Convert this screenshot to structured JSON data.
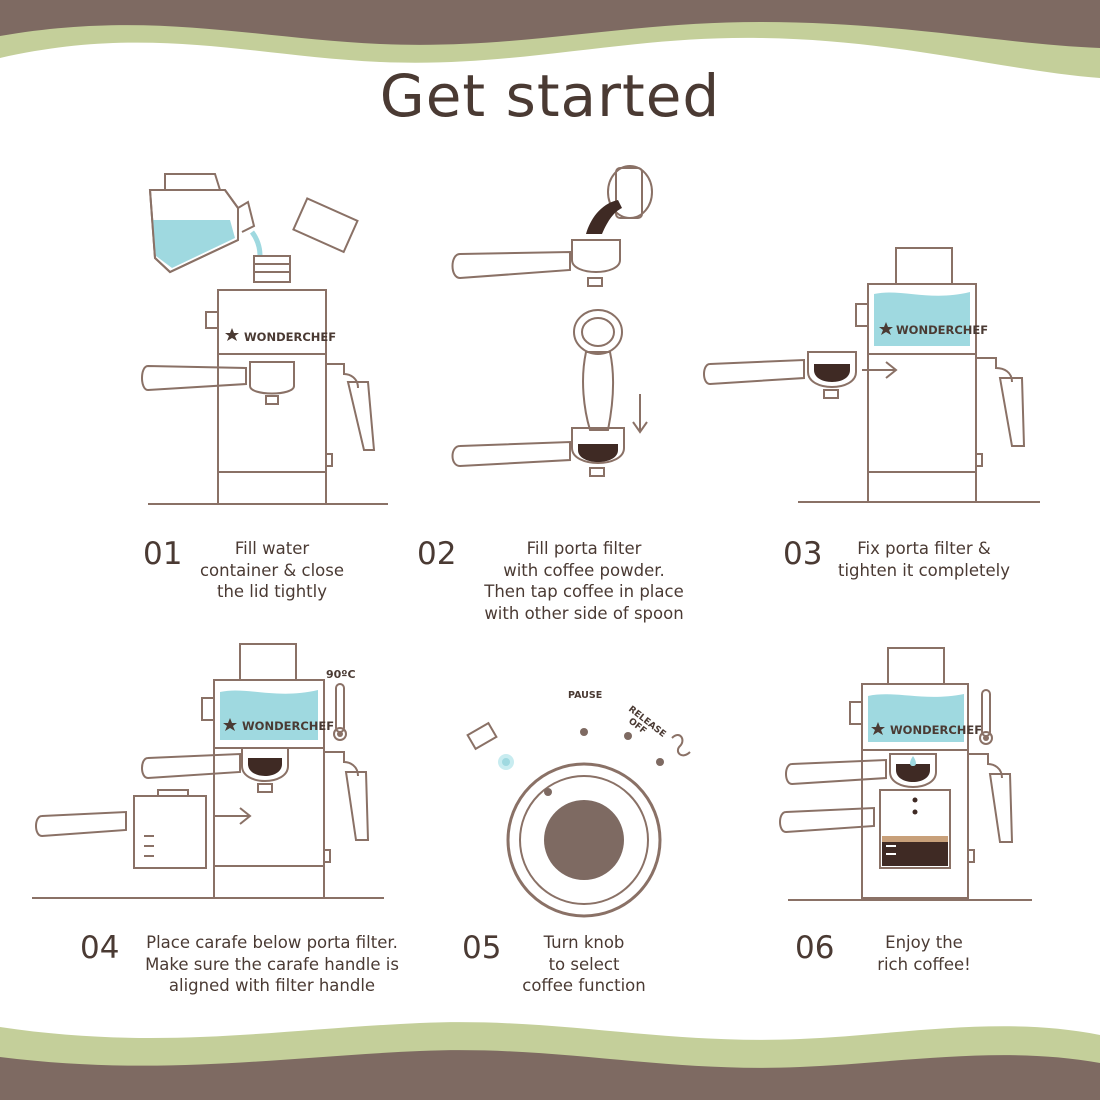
{
  "title": "Get started",
  "brand": "WONDERCHEF",
  "colors": {
    "brown": "#7e6a62",
    "green": "#c4cf9a",
    "line": "#8a7166",
    "water": "#9fd9e0",
    "coffee": "#3f2a24",
    "text": "#4a3a33"
  },
  "steps": [
    {
      "number": "01",
      "lines": [
        "Fill water",
        "container & close",
        "the lid tightly"
      ]
    },
    {
      "number": "02",
      "lines": [
        "Fill porta filter",
        "with coffee powder.",
        "Then tap coffee in place",
        "with other side of spoon"
      ]
    },
    {
      "number": "03",
      "lines": [
        "Fix porta filter &",
        "tighten it completely"
      ]
    },
    {
      "number": "04",
      "lines": [
        "Place carafe below porta filter.",
        "Make sure the carafe handle is",
        "aligned with filter handle"
      ]
    },
    {
      "number": "05",
      "lines": [
        "Turn knob",
        "to select",
        "coffee function"
      ]
    },
    {
      "number": "06",
      "lines": [
        "Enjoy the",
        "rich coffee!"
      ]
    }
  ],
  "temperature": "90ºC",
  "dial": {
    "pause": "PAUSE",
    "release": "RELEASE",
    "off": "OFF"
  }
}
